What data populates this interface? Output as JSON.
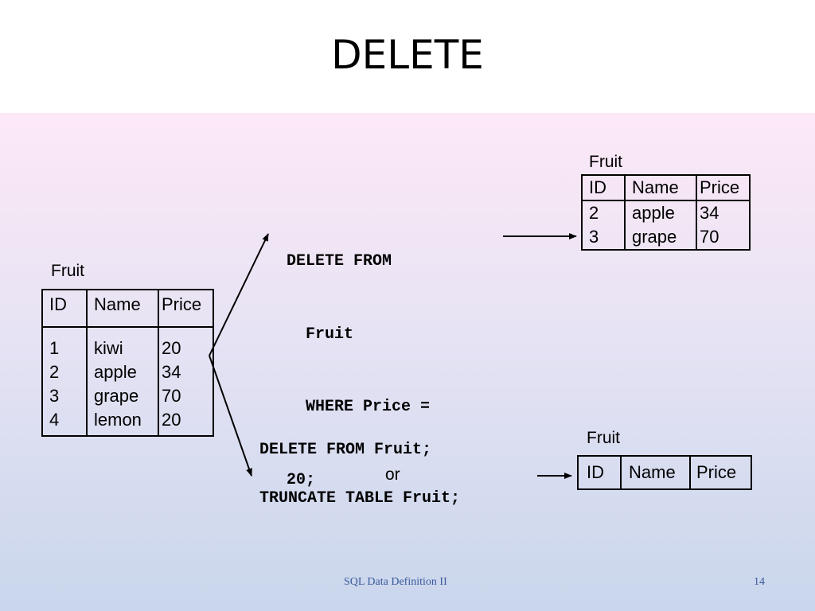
{
  "title": "DELETE",
  "source_table": {
    "caption": "Fruit",
    "headers": [
      "ID",
      "Name",
      "Price"
    ],
    "ids": [
      "1",
      "2",
      "3",
      "4"
    ],
    "names": [
      "kiwi",
      "apple",
      "grape",
      "lemon"
    ],
    "prices": [
      "20",
      "34",
      "70",
      "20"
    ]
  },
  "query1": {
    "lines": [
      "DELETE FROM",
      "  Fruit",
      "  WHERE Price =",
      "20;"
    ]
  },
  "result1": {
    "caption": "Fruit",
    "headers": [
      "ID",
      "Name",
      "Price"
    ],
    "rows": [
      [
        "2",
        "apple",
        "34"
      ],
      [
        "3",
        "grape",
        "70"
      ]
    ]
  },
  "query2": {
    "line1": "DELETE FROM Fruit;",
    "or": "or",
    "line2": "TRUNCATE TABLE Fruit;"
  },
  "result2": {
    "caption": "Fruit",
    "headers": [
      "ID",
      "Name",
      "Price"
    ]
  },
  "footer": {
    "center": "SQL Data Definition II",
    "page": "14"
  }
}
